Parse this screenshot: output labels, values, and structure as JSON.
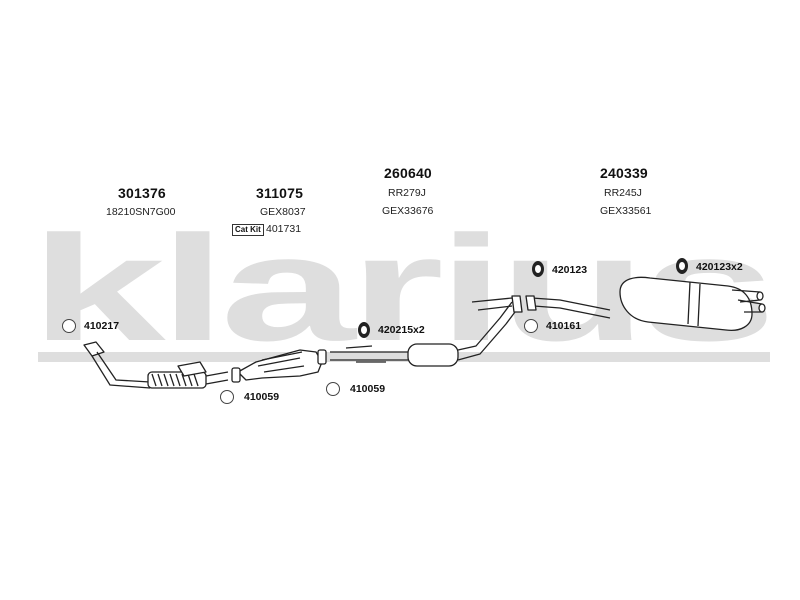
{
  "brand_watermark": "klarius",
  "colors": {
    "watermark": "#d6d6d6",
    "line": "#222222",
    "ring": "#444444"
  },
  "parts": [
    {
      "part_no": "301376",
      "ref": "18210SN7G00"
    },
    {
      "part_no": "311075",
      "ref": "GEX8037",
      "kit_label": "Cat Kit",
      "kit_no": "401731"
    },
    {
      "part_no": "260640",
      "ref_1": "RR279J",
      "ref_2": "GEX33676"
    },
    {
      "part_no": "240339",
      "ref_1": "RR245J",
      "ref_2": "GEX33561"
    }
  ],
  "callouts": {
    "c410217": "410217",
    "c410059_a": "410059",
    "c410059_b": "410059",
    "c420215x2": "420215x2",
    "c420123": "420123",
    "c410161": "410161",
    "c420123x2": "420123x2"
  },
  "icons": {
    "gasket": "gasket-ring-icon",
    "hanger": "rubber-hanger-icon"
  }
}
